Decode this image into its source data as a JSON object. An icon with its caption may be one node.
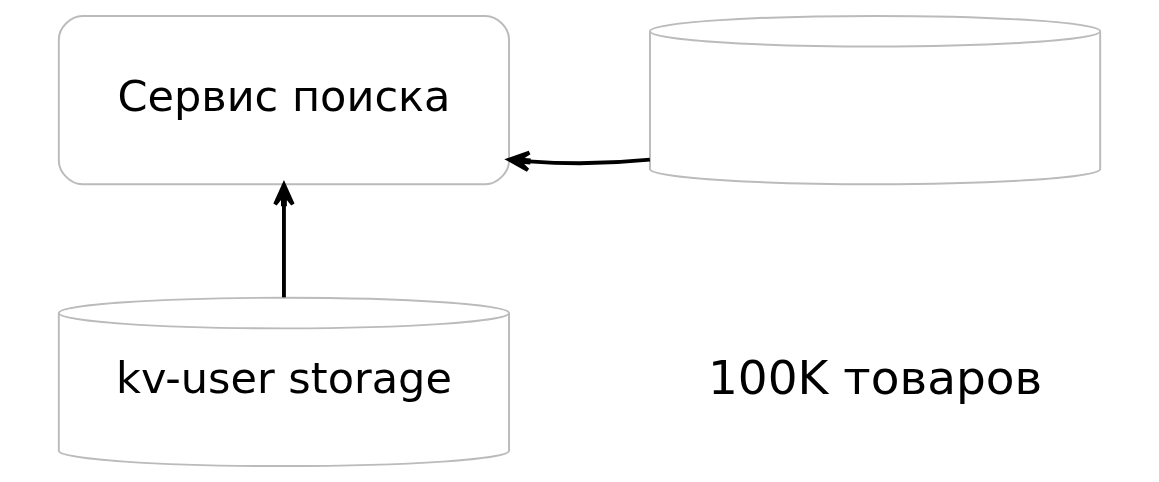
{
  "diagram": {
    "nodes": [
      {
        "text": [
          "Сервис поиска"
        ]
      },
      {
        "text": [],
        "shape": "cylinder",
        "beside": [
          "100K товаров"
        ]
      },
      {
        "text": [
          "kv-user storage"
        ]
      }
    ],
    "edges": [
      {
        "from": 1,
        "to": 0,
        "arrow": "to"
      },
      {
        "from": 2,
        "to": 0,
        "arrow": "to"
      }
    ]
  }
}
